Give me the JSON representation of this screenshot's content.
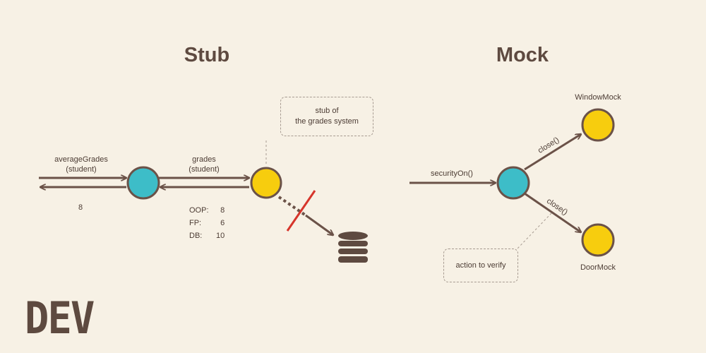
{
  "stub": {
    "title": "Stub",
    "call_label": "averageGrades\n(student)",
    "return_value": "8",
    "grades_call_label": "grades\n(student)",
    "note": "stub of\nthe grades system",
    "grades": [
      {
        "subject": "OOP:",
        "value": "8"
      },
      {
        "subject": "FP:",
        "value": "6"
      },
      {
        "subject": "DB:",
        "value": "10"
      }
    ]
  },
  "mock": {
    "title": "Mock",
    "call_label": "securityOn()",
    "window_label": "WindowMock",
    "door_label": "DoorMock",
    "close_label_top": "close()",
    "close_label_bottom": "close()",
    "note": "action to verify"
  },
  "logo": "DEV",
  "colors": {
    "background": "#f7f1e5",
    "line": "#6b5248",
    "teal_node": "#3dbdc8",
    "yellow_node": "#f7cd0e",
    "red_cut": "#d6352b",
    "dashed_border": "#a79b91"
  }
}
